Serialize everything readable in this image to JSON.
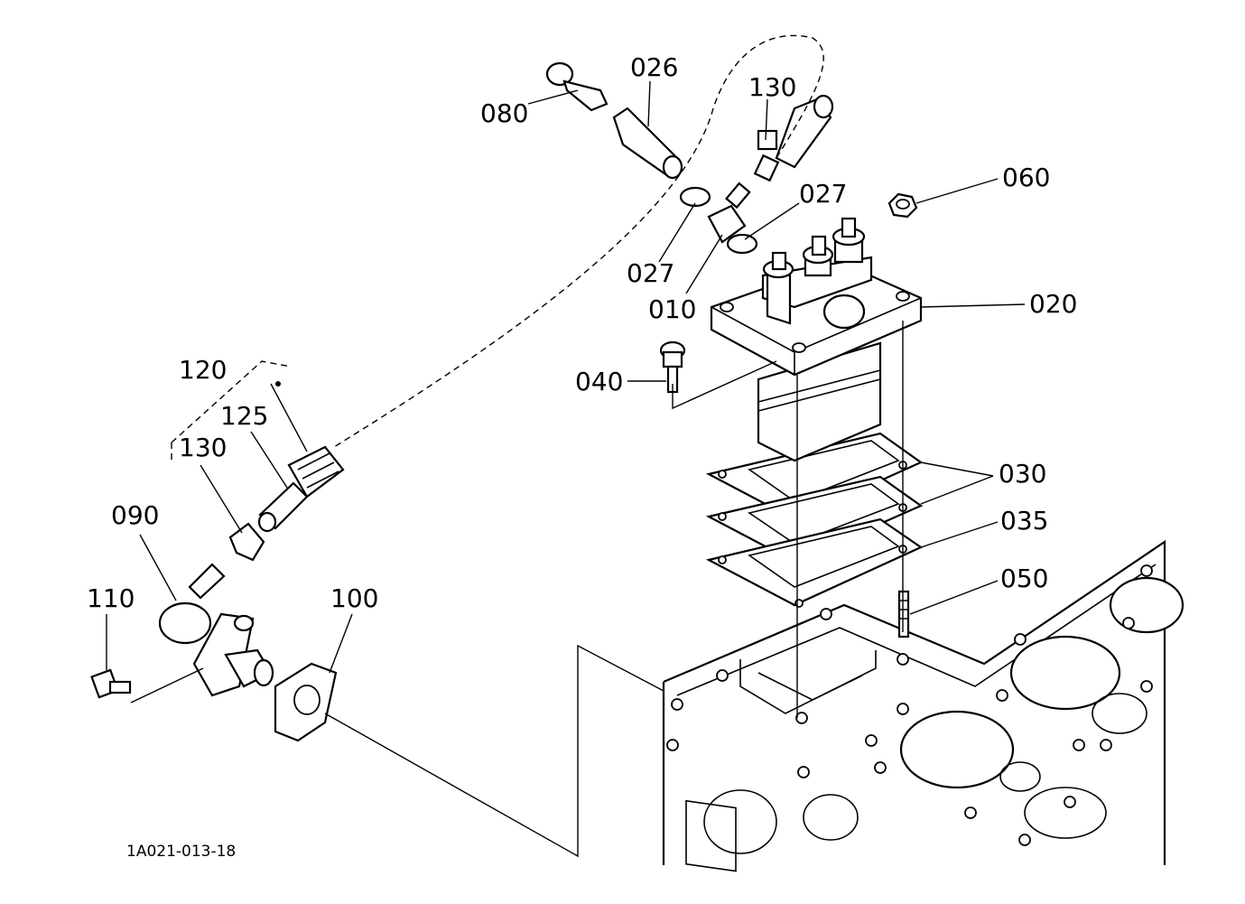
{
  "drawing_code": "1A021-013-18",
  "callouts": [
    {
      "id": "026",
      "text": "026"
    },
    {
      "id": "080",
      "text": "080"
    },
    {
      "id": "130a",
      "text": "130"
    },
    {
      "id": "060",
      "text": "060"
    },
    {
      "id": "027a",
      "text": "027"
    },
    {
      "id": "027b",
      "text": "027"
    },
    {
      "id": "010",
      "text": "010"
    },
    {
      "id": "020",
      "text": "020"
    },
    {
      "id": "040",
      "text": "040"
    },
    {
      "id": "120",
      "text": "120"
    },
    {
      "id": "125",
      "text": "125"
    },
    {
      "id": "130b",
      "text": "130"
    },
    {
      "id": "030",
      "text": "030"
    },
    {
      "id": "035",
      "text": "035"
    },
    {
      "id": "090",
      "text": "090"
    },
    {
      "id": "050",
      "text": "050"
    },
    {
      "id": "110",
      "text": "110"
    },
    {
      "id": "100",
      "text": "100"
    }
  ]
}
